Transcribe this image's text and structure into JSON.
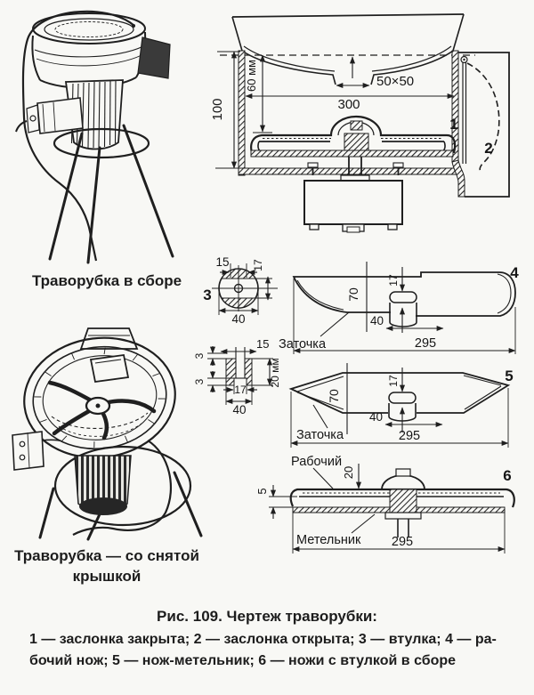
{
  "illustrations": {
    "assembled": {
      "caption": "Траворубка в сборе"
    },
    "opened": {
      "caption_line1": "Траворубка — со снятой",
      "caption_line2": "крышкой"
    }
  },
  "cross_section": {
    "dim_height": "100",
    "dim_funnel_depth": "60 мм",
    "dim_width": "300",
    "dim_opening": "50×50",
    "label_closed": "1",
    "label_open": "2"
  },
  "bushing": {
    "item_no": "3",
    "top_view": {
      "dim_slot": "15",
      "dim_hole": "17",
      "dim_diameter": "40"
    },
    "section_view": {
      "dim_slot": "15",
      "dim_step_top": "3",
      "dim_step_bottom": "3",
      "dim_hole": "17",
      "dim_diameter": "40",
      "dim_height": "20 мм"
    }
  },
  "working_knife": {
    "item_no": "4",
    "dim_width": "70",
    "dim_hole": "17",
    "dim_hub": "40",
    "dim_length": "295",
    "edge_label": "Заточка"
  },
  "sweeper_knife": {
    "item_no": "5",
    "dim_width": "70",
    "dim_hole": "17",
    "dim_hub": "40",
    "dim_length": "295",
    "edge_label": "Заточка"
  },
  "assembly": {
    "item_no": "6",
    "dim_offset": "5",
    "dim_hub": "20",
    "dim_length": "295",
    "label_upper": "Рабочий",
    "label_lower": "Метельник"
  },
  "figure_caption": {
    "title": "Рис. 109. Чертеж траворубки:",
    "legend_line1": "1 — заслонка закрыта; 2 — заслонка открыта; 3 — втулка; 4 — ра-",
    "legend_line2": "бочий нож; 5 — нож-метельник; 6 — ножи с втулкой в сборе"
  }
}
